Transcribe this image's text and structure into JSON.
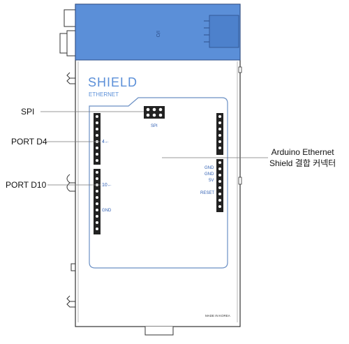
{
  "device": {
    "title": "SHIELD",
    "subtitle": "ETHERNET",
    "footer_text": "MADE IN KOREA"
  },
  "board_labels": {
    "spi": "SPI",
    "d4_marker": "4←",
    "d10_marker": "10←",
    "gnd_left": "GND",
    "gnd_right_1": "GND",
    "gnd_right_2": "GND",
    "v5": "5V",
    "reset": "RESET"
  },
  "callouts": {
    "spi": "SPI",
    "port_d4": "PORT D4",
    "port_d10": "PORT D10",
    "connector_line1": "Arduino Ethernet",
    "connector_line2": "Shield 결합 커넥터"
  },
  "colors": {
    "accent_blue": "#5b8fd8",
    "outline": "#333333",
    "board_outline": "#6a8fc4",
    "label_blue": "#2f5fb3"
  }
}
